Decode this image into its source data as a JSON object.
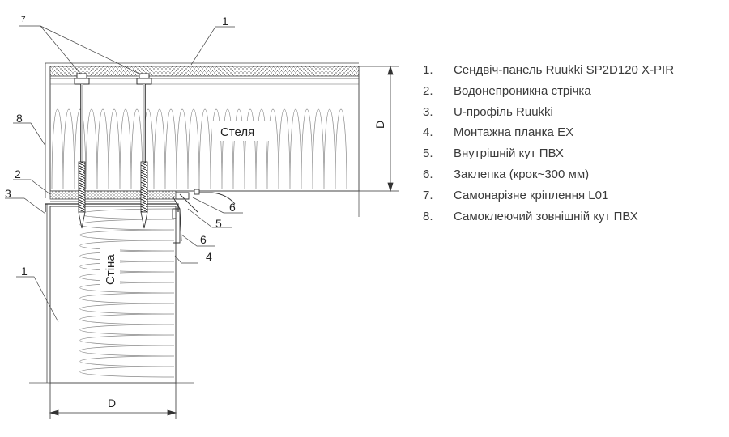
{
  "labels": {
    "ceiling": "Стеля",
    "wall": "Стіна",
    "dim_roof": "D",
    "dim_wall": "D"
  },
  "callouts": [
    "7",
    "1",
    "8",
    "2",
    "3",
    "6",
    "5",
    "6",
    "4",
    "1"
  ],
  "legend": [
    {
      "num": "1.",
      "text": "Сендвіч-панель Ruukki SP2D120 X-PIR"
    },
    {
      "num": "2.",
      "text": "Водонепроникна стрічка"
    },
    {
      "num": "3.",
      "text": "U-профіль Ruukki"
    },
    {
      "num": "4.",
      "text": "Монтажна планка EX"
    },
    {
      "num": "5.",
      "text": "Внутрішній кут ПВХ"
    },
    {
      "num": "6.",
      "text": "Заклепка (крок~300 мм)"
    },
    {
      "num": "7.",
      "text": "Самонарізне кріплення L01"
    },
    {
      "num": "8.",
      "text": "Самоклеючий зовнішній кут ПВХ"
    }
  ]
}
